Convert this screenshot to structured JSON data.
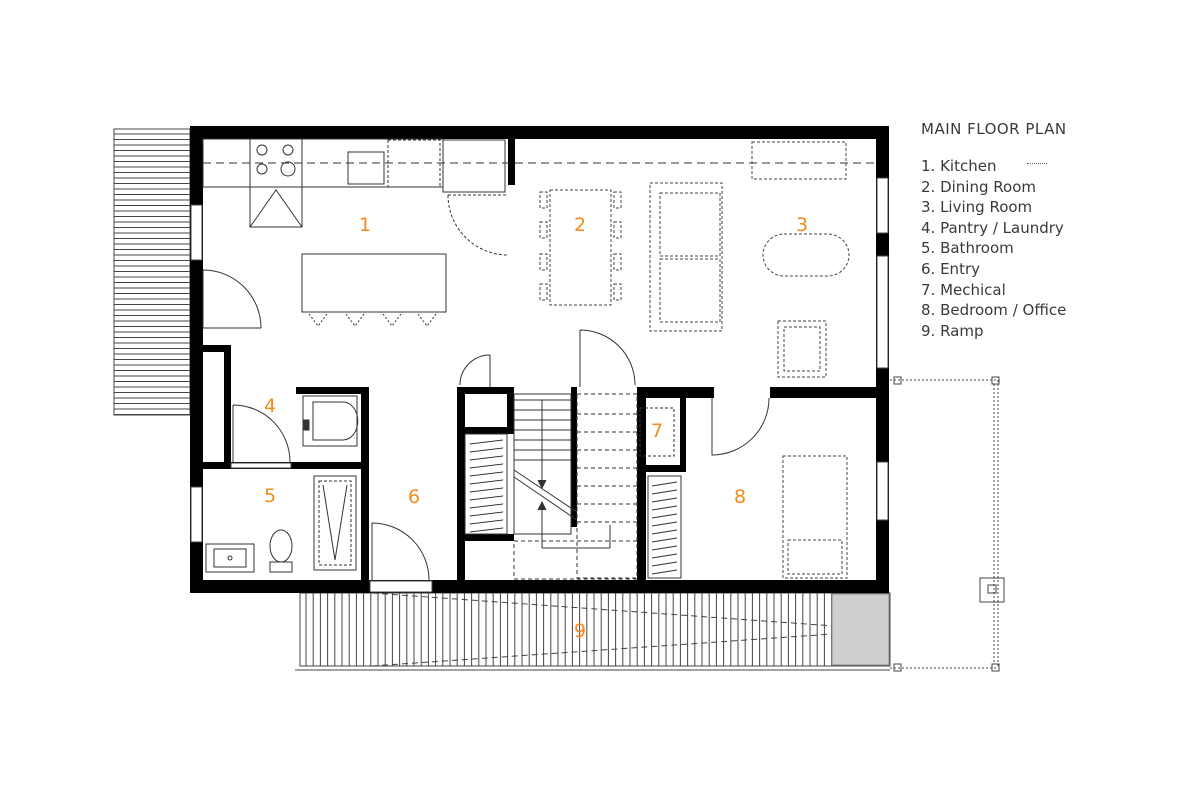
{
  "legend": {
    "title": "MAIN FLOOR PLAN",
    "items": [
      "1. Kitchen",
      "2. Dining Room",
      "3. Living Room",
      "4. Pantry / Laundry",
      "5. Bathroom",
      "6. Entry",
      "7. Mechical",
      "8. Bedroom / Office",
      "9. Ramp"
    ]
  },
  "rooms": [
    "1",
    "2",
    "3",
    "4",
    "5",
    "6",
    "7",
    "8",
    "9"
  ],
  "colors": {
    "wall": "#000000",
    "room_number": "#f28a1c",
    "text": "#3a3a3a",
    "furniture": "#555555"
  }
}
